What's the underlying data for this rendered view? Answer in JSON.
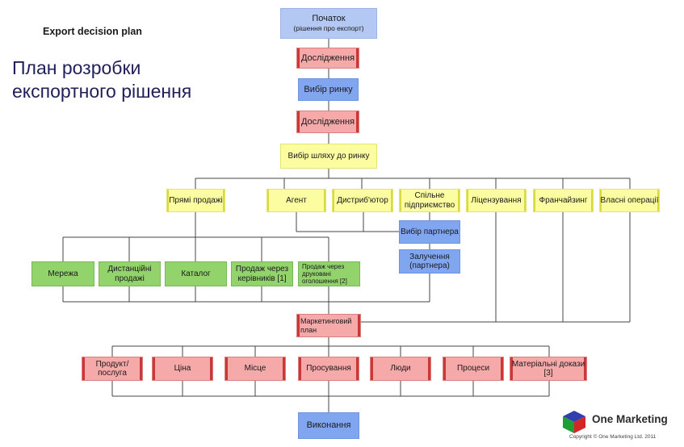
{
  "header": {
    "title_en": "Export decision plan",
    "title_uk": "План розробки експортного рішення"
  },
  "nodes": {
    "start": "Початок",
    "start_sub": "(рішення про експорт)",
    "research1": "Дослідження",
    "market_choice": "Вибір ринку",
    "research2": "Дослідження",
    "entry_path": "Вибір шляху до ринку",
    "direct_sales": "Прямі продажі",
    "agent": "Агент",
    "distributor": "Дистриб'ютор",
    "joint_venture": "Спільне підприємство",
    "licensing": "Ліцензування",
    "franchising": "Франчайзинг",
    "own_operations": "Власні операції",
    "partner_choice": "Вибір партнера",
    "partner_engage": "Залучення (партнера)",
    "network": "Мережа",
    "distance_sales": "Дистанційні продажі",
    "catalog": "Каталог",
    "managers_sales": "Продаж через керівників [1]",
    "print_ads_sales": "Продаж через друковані оголошення [2]",
    "marketing_plan": "Маркетинговий план",
    "product": "Продукт/ послуга",
    "price": "Ціна",
    "place": "Місце",
    "promotion": "Просування",
    "people": "Люди",
    "processes": "Процеси",
    "evidence": "Матеріальні докази [3]",
    "execution": "Виконання"
  },
  "footer": {
    "logo_text": "One Marketing",
    "copyright": "Copyright © One Marketing Ltd. 2011"
  },
  "colors": {
    "blue": "#80a6f0",
    "light_blue": "#b3c8f2",
    "pink": "#f6a9a9",
    "pink_edge": "#c93737",
    "yellow": "#fcfca0",
    "green": "#92d36c",
    "line": "#444444"
  },
  "icons": {
    "logo": "rgb-cube-logo-icon"
  }
}
